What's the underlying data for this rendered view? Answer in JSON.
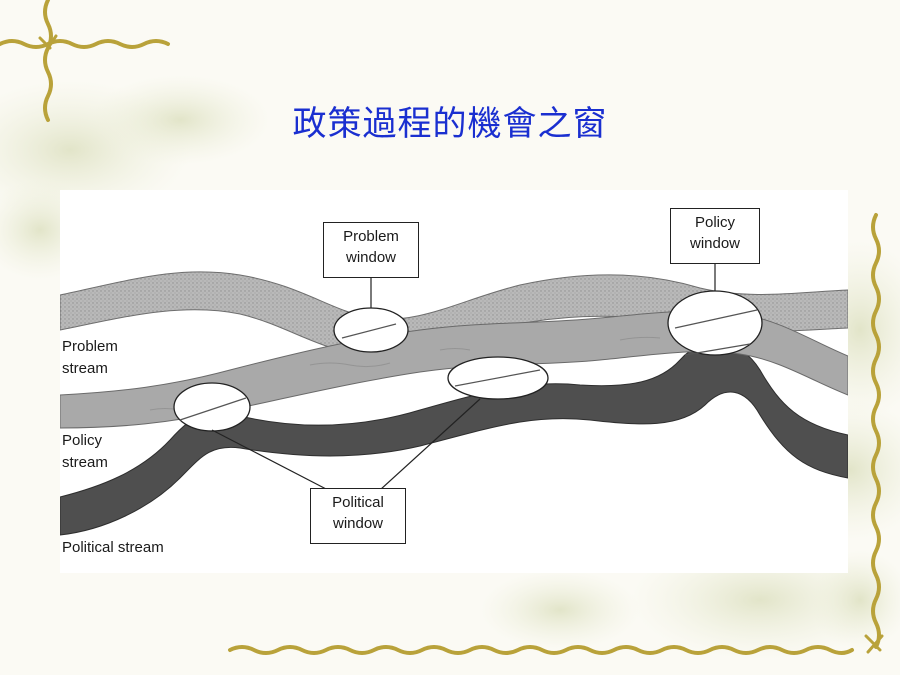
{
  "slide": {
    "title": "政策過程的機會之窗"
  },
  "diagram": {
    "streams": [
      {
        "id": "problem",
        "label_line1": "Problem",
        "label_line2": "stream"
      },
      {
        "id": "policy",
        "label_line1": "Policy",
        "label_line2": "stream"
      },
      {
        "id": "political",
        "label_line1": "Political stream"
      }
    ],
    "windows": [
      {
        "id": "problem",
        "label_line1": "Problem",
        "label_line2": "window"
      },
      {
        "id": "policy",
        "label_line1": "Policy",
        "label_line2": "window"
      },
      {
        "id": "political",
        "label_line1": "Political",
        "label_line2": "window"
      }
    ]
  }
}
